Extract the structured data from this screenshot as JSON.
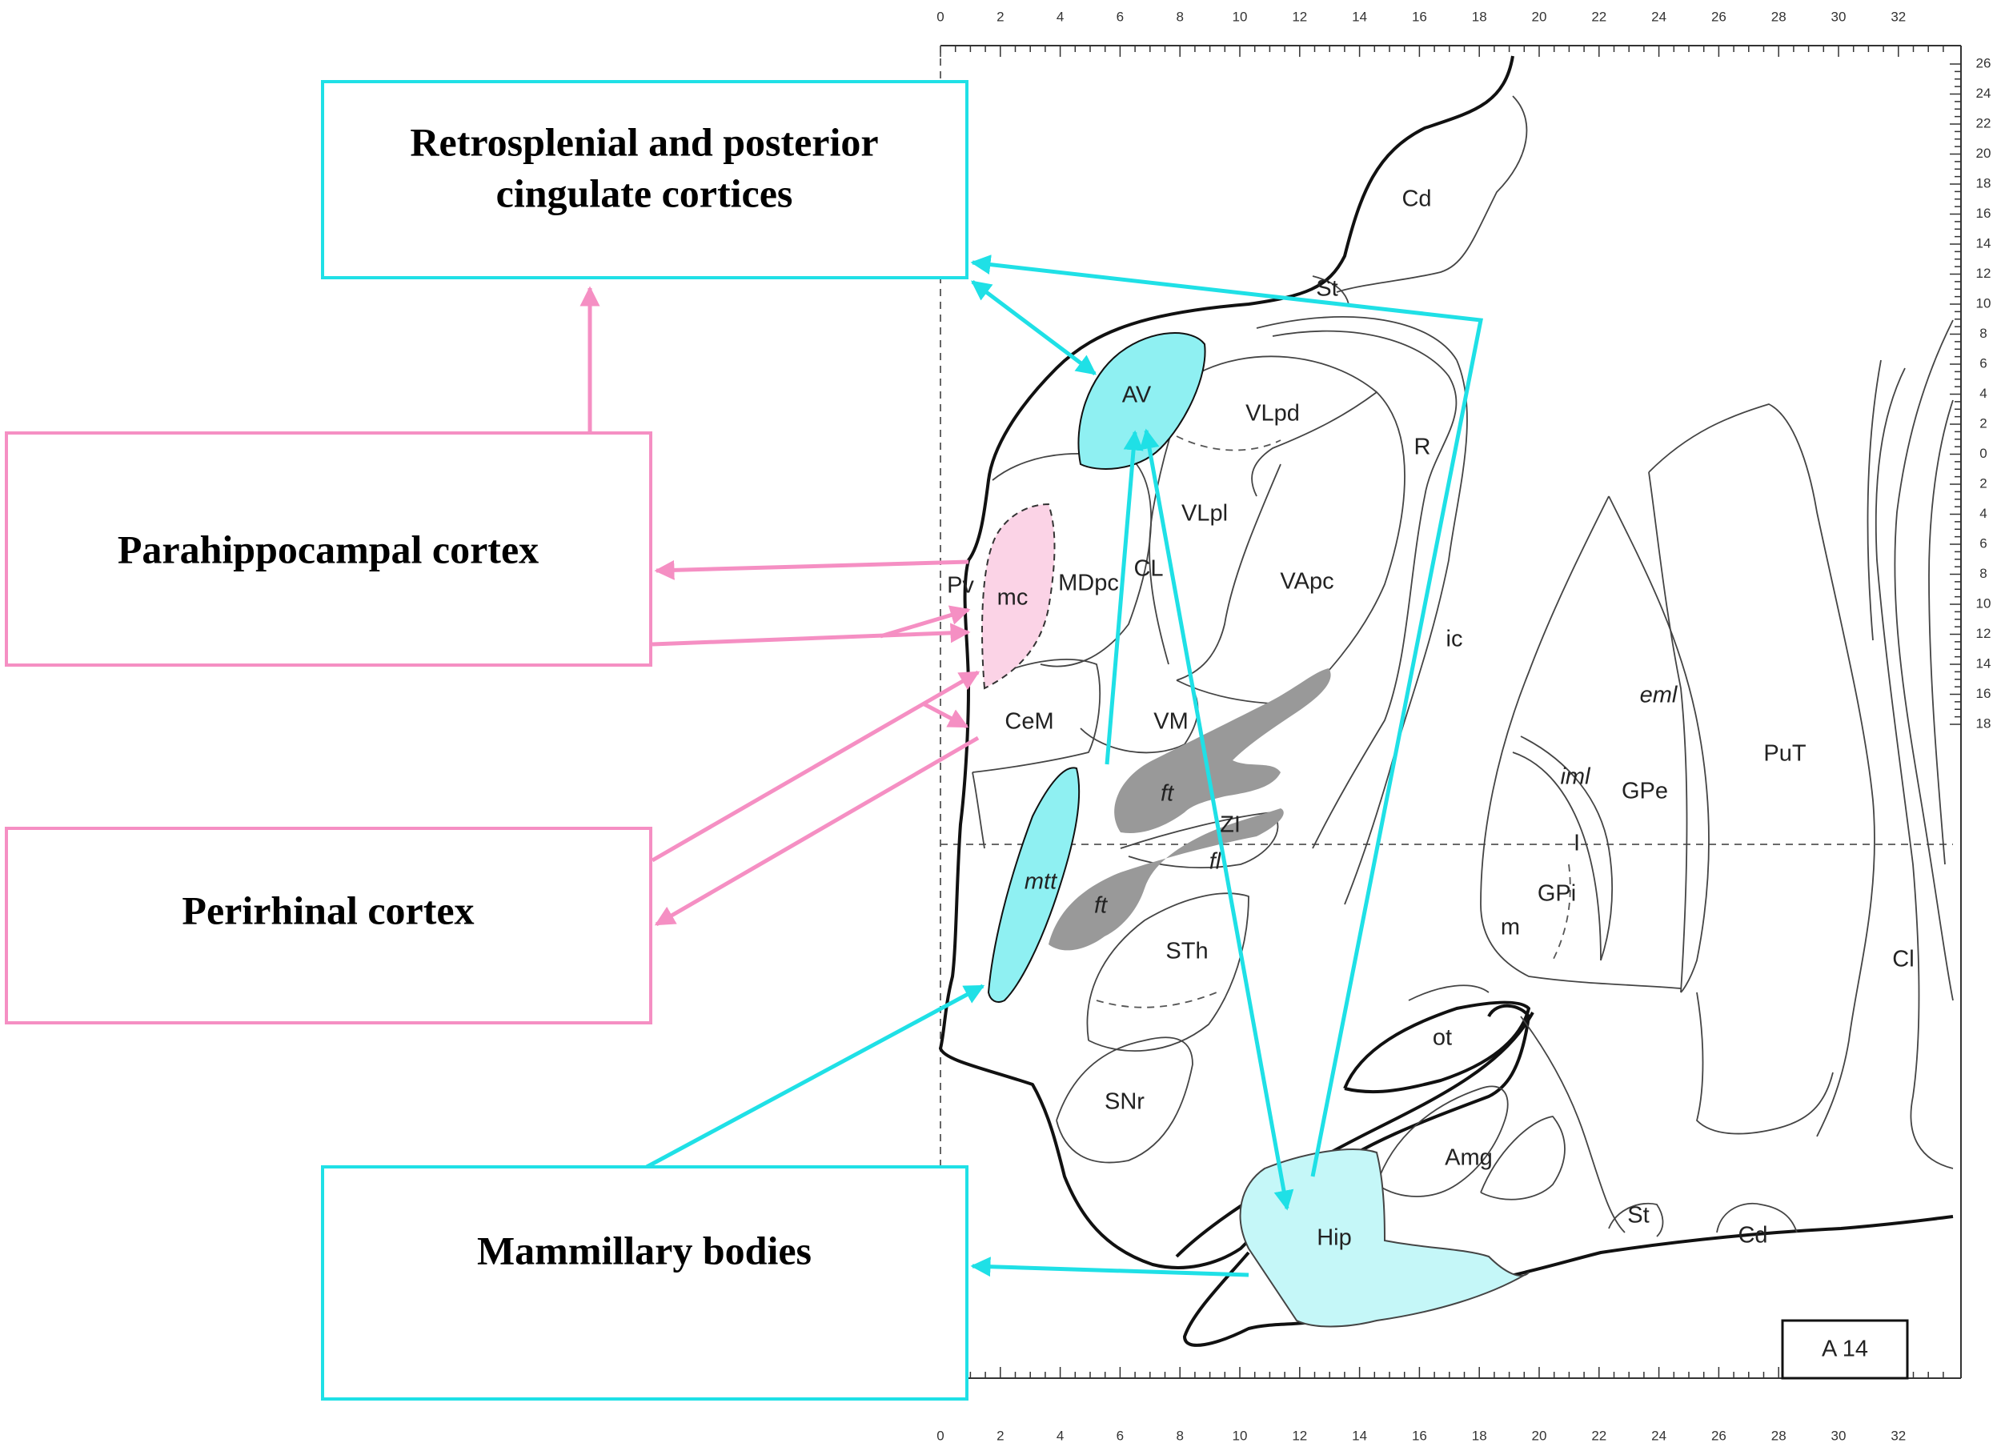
{
  "boxes": {
    "retrosplenial": {
      "line1": "Retrosplenial and posterior",
      "line2": "cingulate cortices",
      "color": "#1fe0e6"
    },
    "parahippocampal": {
      "label": "Parahippocampal cortex",
      "color": "#f58fc3"
    },
    "perirhinal": {
      "label": "Perirhinal cortex",
      "color": "#f58fc3"
    },
    "mammillary": {
      "label": "Mammillary bodies",
      "color": "#1fe0e6"
    }
  },
  "regions": {
    "cd_top": "Cd",
    "st_top": "St",
    "av": "AV",
    "vlpd": "VLpd",
    "r": "R",
    "vlpl": "VLpl",
    "pv": "Pv",
    "mc": "mc",
    "mdpc": "MDpc",
    "cl": "CL",
    "vapc": "VApc",
    "ic": "ic",
    "cem": "CeM",
    "vm": "VM",
    "eml": "eml",
    "put": "PuT",
    "iml": "iml",
    "gpe": "GPe",
    "ft_upper": "ft",
    "zi": "ZI",
    "fl": "fl",
    "i_mark": "I",
    "mtt": "mtt",
    "ft_lower": "ft",
    "gpi": "GPi",
    "m": "m",
    "sth": "STh",
    "cl_right": "Cl",
    "ot": "ot",
    "snr": "SNr",
    "amg": "Amg",
    "hip": "Hip",
    "st_bottom": "St",
    "cd_bottom": "Cd"
  },
  "plate_label": "A 14",
  "ruler": {
    "x_labels": [
      "0",
      "2",
      "4",
      "6",
      "8",
      "10",
      "12",
      "14",
      "16",
      "18",
      "20",
      "22",
      "24",
      "26",
      "28",
      "30",
      "32"
    ],
    "y_labels": [
      "26",
      "24",
      "22",
      "20",
      "18",
      "16",
      "14",
      "12",
      "10",
      "8",
      "6",
      "4",
      "2",
      "0",
      "2",
      "4",
      "6",
      "8",
      "10",
      "12",
      "14",
      "16",
      "18"
    ]
  },
  "colors": {
    "cyan_fill": "#8ff0f2",
    "cyan_light": "#c5f7f8",
    "pink_fill": "#fbd3e6",
    "gray_fill": "#999999",
    "cyan_stroke": "#1fe0e6",
    "pink_stroke": "#f58fc3"
  }
}
